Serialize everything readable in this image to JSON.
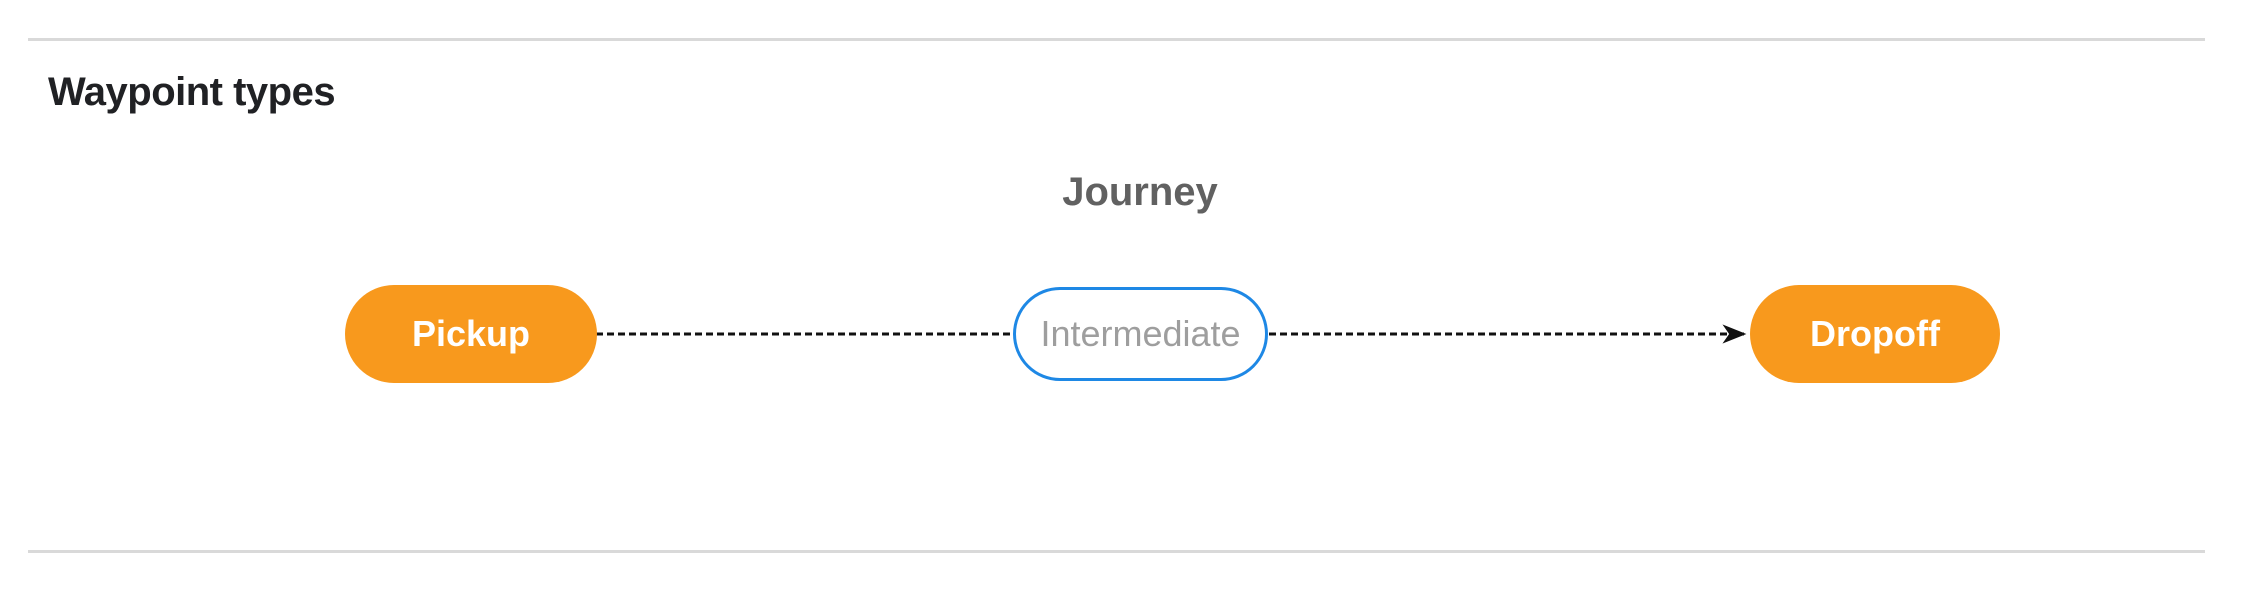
{
  "section": {
    "title": "Waypoint types"
  },
  "diagram": {
    "label": "Journey",
    "nodes": [
      {
        "id": "pickup",
        "label": "Pickup",
        "style": "filled-orange"
      },
      {
        "id": "intermediate",
        "label": "Intermediate",
        "style": "outlined-blue"
      },
      {
        "id": "dropoff",
        "label": "Dropoff",
        "style": "filled-orange"
      }
    ],
    "edges": [
      {
        "from": "pickup",
        "to": "intermediate",
        "style": "dashed",
        "arrowhead": false
      },
      {
        "from": "intermediate",
        "to": "dropoff",
        "style": "dashed",
        "arrowhead": true
      }
    ]
  },
  "colors": {
    "heading-text": "#202124",
    "journey-label": "#616161",
    "node-fill-orange": "#F8991D",
    "node-text-light": "#FFFFFF",
    "node-outline-blue": "#1E88E5",
    "node-text-muted": "#9E9E9E",
    "divider": "#D9D9D9",
    "connector": "#111111",
    "page-bg": "#FFFFFF"
  }
}
